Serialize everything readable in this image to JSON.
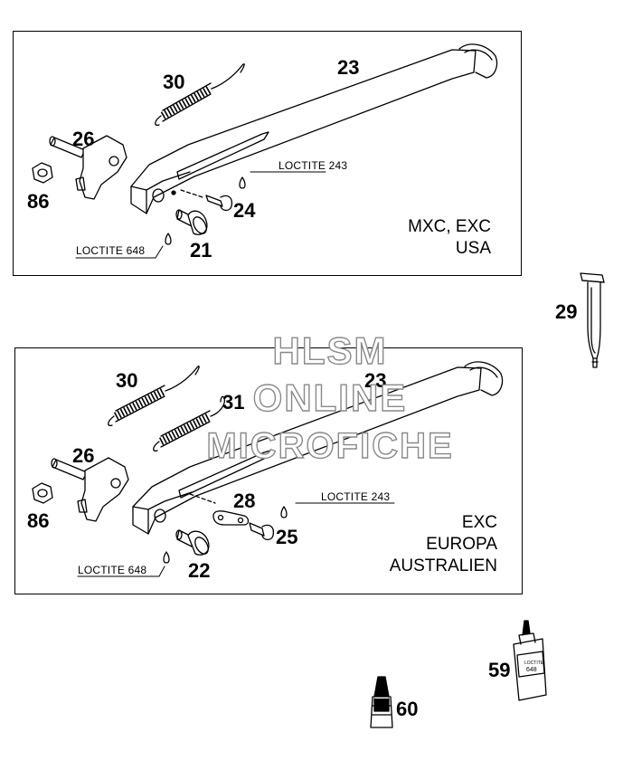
{
  "upper_panel": {
    "labels": {
      "n30": "30",
      "n23": "23",
      "n26": "26",
      "n86": "86",
      "n24": "24",
      "n21": "21"
    },
    "loctite_a": "LOCTITE 243",
    "loctite_b": "LOCTITE 648",
    "variant_line1": "MXC, EXC",
    "variant_line2": "USA"
  },
  "lower_panel": {
    "labels": {
      "n30": "30",
      "n23": "23",
      "n31": "31",
      "n26": "26",
      "n86": "86",
      "n28": "28",
      "n25": "25",
      "n22": "22"
    },
    "loctite_a": "LOCTITE 243",
    "loctite_b": "LOCTITE 648",
    "variant_line1": "EXC",
    "variant_line2": "EUROPA",
    "variant_line3": "AUSTRALIEN"
  },
  "loose_parts": {
    "n29": "29",
    "n59": "59",
    "n60": "60"
  },
  "watermark": {
    "line1": "HLSM",
    "line2": "ONLINE",
    "line3": "MICROFICHE"
  }
}
